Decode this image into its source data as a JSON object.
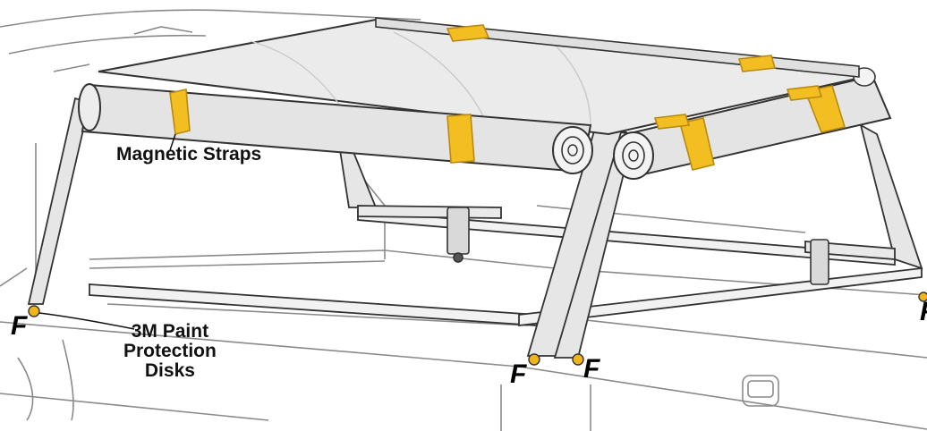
{
  "labels": {
    "magnetic_straps": "Magnetic Straps",
    "paint_disks_line1": "3M Paint",
    "paint_disks_line2": "Protection",
    "paint_disks_line3": "Disks",
    "foot_marker": "F"
  },
  "colors": {
    "strap_yellow": "#f2be22",
    "strap_outline": "#b88a10",
    "frame_fill": "#ebebeb",
    "frame_outline": "#333333",
    "truck_line": "#777777",
    "disk_yellow": "#f0b41c"
  }
}
